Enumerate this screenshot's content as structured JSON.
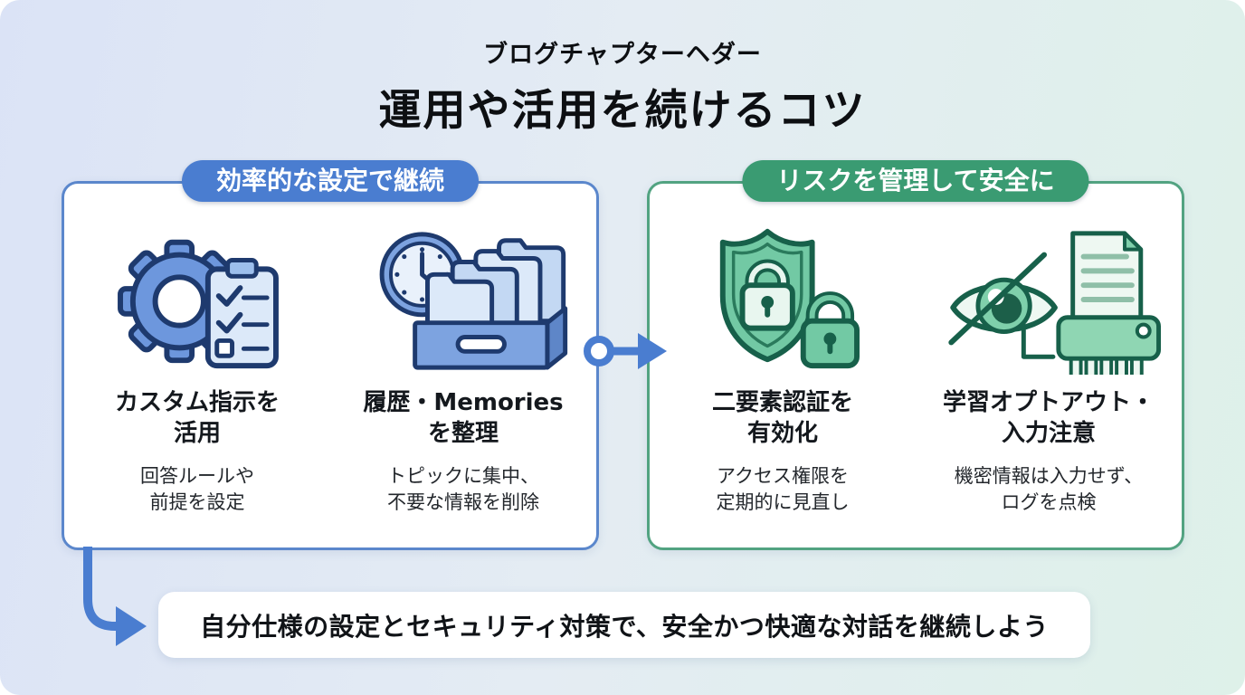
{
  "header": {
    "eyebrow": "ブログチャプターヘダー",
    "title": "運用や活用を続けるコツ"
  },
  "panels": [
    {
      "badge": "効率的な設定で継続",
      "accent_color": "#4a7dd0",
      "border_color": "#5b87cc",
      "items": [
        {
          "icon": "gear-checklist-icon",
          "heading": "カスタム指示を\n活用",
          "body": "回答ルールや\n前提を設定"
        },
        {
          "icon": "clock-archive-icon",
          "heading": "履歴・Memories\nを整理",
          "body": "トピックに集中、\n不要な情報を削除"
        }
      ]
    },
    {
      "badge": "リスクを管理して安全に",
      "accent_color": "#3a9b72",
      "border_color": "#52a381",
      "items": [
        {
          "icon": "shield-lock-icon",
          "heading": "二要素認証を\n有効化",
          "body": "アクセス権限を\n定期的に見直し"
        },
        {
          "icon": "eye-optout-shredder-icon",
          "heading": "学習オプトアウト・\n入力注意",
          "body": "機密情報は入力せず、\nログを点検"
        }
      ]
    }
  ],
  "conclusion": {
    "text": "自分仕様の設定とセキュリティ対策で、安全かつ快適な対話を継続しよう"
  },
  "colors": {
    "background_left": "#dbe3f6",
    "background_right": "#def1e9",
    "arrow_blue": "#4a7dd0"
  }
}
